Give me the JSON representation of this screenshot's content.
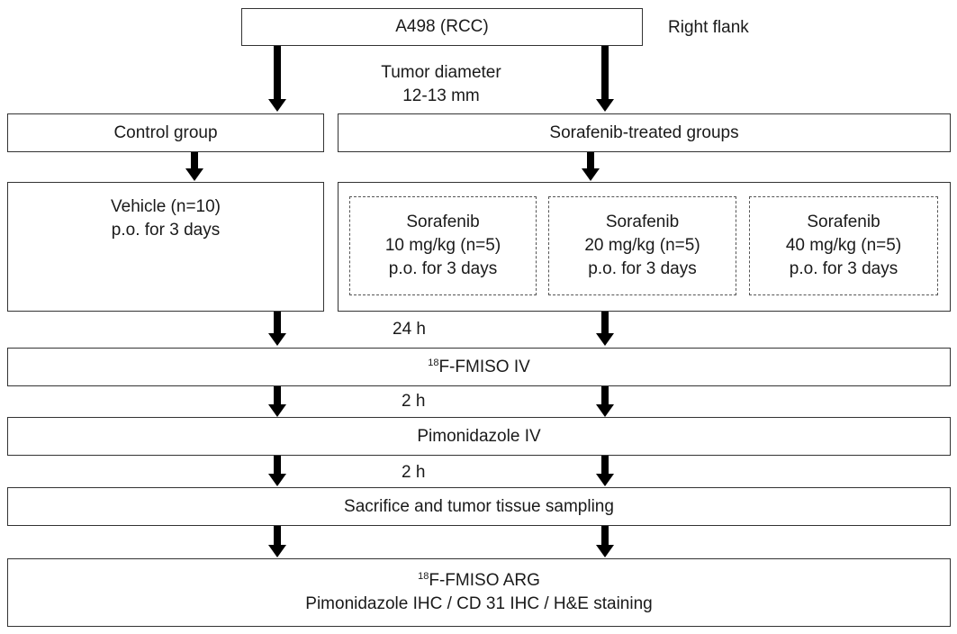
{
  "top": {
    "cell_line": "A498 (RCC)",
    "site": "Right flank"
  },
  "inclusion": {
    "line1": "Tumor diameter",
    "line2": "12-13 mm"
  },
  "groups": {
    "control": "Control group",
    "treated": "Sorafenib-treated groups"
  },
  "vehicle": {
    "line1": "Vehicle (n=10)",
    "line2": "p.o. for 3 days"
  },
  "doses": [
    {
      "line1": "Sorafenib",
      "line2": "10 mg/kg (n=5)",
      "line3": "p.o. for 3 days"
    },
    {
      "line1": "Sorafenib",
      "line2": "20 mg/kg (n=5)",
      "line3": "p.o. for 3 days"
    },
    {
      "line1": "Sorafenib",
      "line2": "40 mg/kg (n=5)",
      "line3": "p.o. for 3 days"
    }
  ],
  "intervals": {
    "first": "24 h",
    "second": "2 h",
    "third": "2 h"
  },
  "steps": {
    "fmiso": {
      "sup": "18",
      "text": "F-FMISO IV"
    },
    "pimo": "Pimonidazole IV",
    "sacrifice": "Sacrifice and tumor tissue sampling",
    "analysis": {
      "sup": "18",
      "line1": "F-FMISO ARG",
      "line2": "Pimonidazole IHC / CD 31 IHC / H&E staining"
    }
  }
}
